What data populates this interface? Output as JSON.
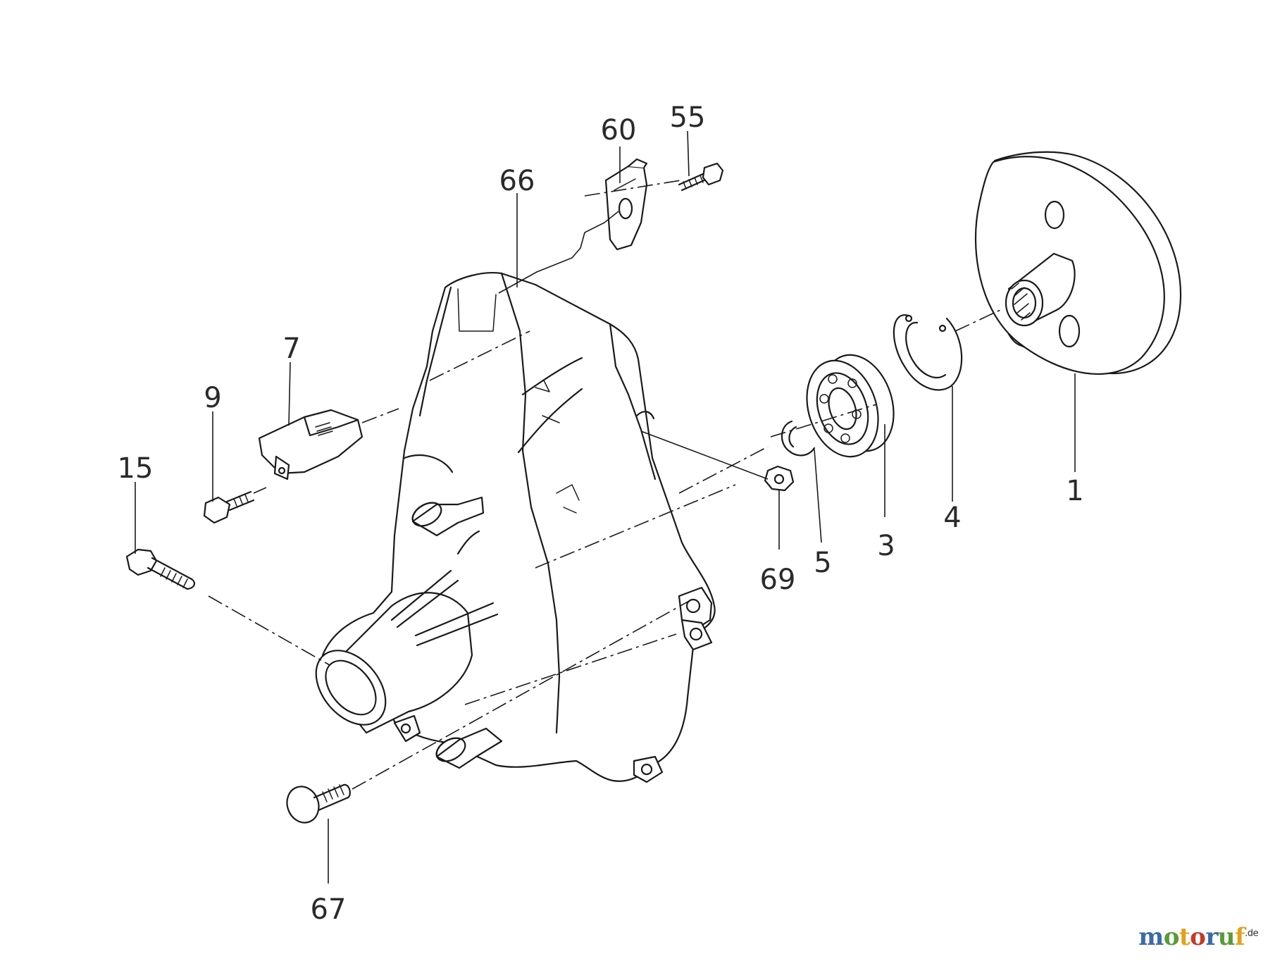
{
  "diagram": {
    "part_labels": [
      "60",
      "55",
      "66",
      "7",
      "9",
      "15",
      "1",
      "4",
      "3",
      "5",
      "69",
      "67"
    ]
  },
  "watermark": {
    "letters": [
      {
        "char": "m",
        "color": "#3a6aa8"
      },
      {
        "char": "o",
        "color": "#5a9a3a"
      },
      {
        "char": "t",
        "color": "#e2a21a"
      },
      {
        "char": "o",
        "color": "#c43a2a"
      },
      {
        "char": "r",
        "color": "#3a6aa8"
      },
      {
        "char": "u",
        "color": "#5a9a3a"
      },
      {
        "char": "f",
        "color": "#e2a21a"
      }
    ],
    "suffix": ".de"
  }
}
